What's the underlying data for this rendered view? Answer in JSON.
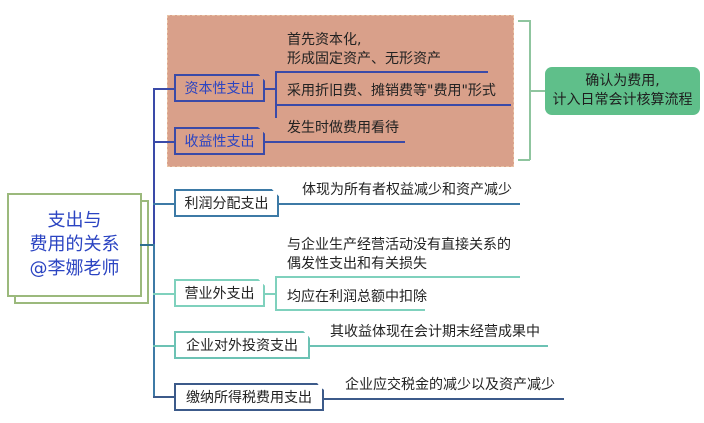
{
  "root": {
    "lines": [
      "支出与",
      "费用的关系",
      "@李娜老师"
    ]
  },
  "branches": [
    {
      "label": "资本性支出",
      "leaves": [
        {
          "lines": [
            "首先资本化,",
            "形成固定资产、无形资产"
          ]
        },
        {
          "lines": [
            "采用折旧费、摊销费等\"费用\"形式"
          ]
        }
      ]
    },
    {
      "label": "收益性支出",
      "leaves": [
        {
          "lines": [
            "发生时做费用看待"
          ]
        }
      ]
    },
    {
      "label": "利润分配支出",
      "leaves": [
        {
          "lines": [
            "体现为所有者权益减少和资产减少"
          ]
        }
      ]
    },
    {
      "label": "营业外支出",
      "leaves": [
        {
          "lines": [
            "与企业生产经营活动没有直接关系的",
            "偶发性支出和有关损失"
          ]
        },
        {
          "lines": [
            "均应在利润总额中扣除"
          ]
        }
      ]
    },
    {
      "label": "企业对外投资支出",
      "leaves": [
        {
          "lines": [
            "其收益体现在会计期末经营成果中"
          ]
        }
      ]
    },
    {
      "label": "缴纳所得税费用支出",
      "leaves": [
        {
          "lines": [
            "企业应交税金的减少以及资产减少"
          ]
        }
      ]
    }
  ],
  "summary": {
    "lines": [
      "确认为费用,",
      "计入日常会计核算流程"
    ]
  },
  "colors": {
    "root_border": "#9bb97c",
    "root_text": "#2b44c2",
    "highlight_bg": "#d9a08a",
    "summary_bg": "#5fbf8a",
    "branch_1": "#3a4aa8",
    "branch_3": "#3d7aa6",
    "branch_4": "#7fd1bd",
    "branch_5": "#6cc2b4",
    "branch_6": "#3c5a8a"
  }
}
